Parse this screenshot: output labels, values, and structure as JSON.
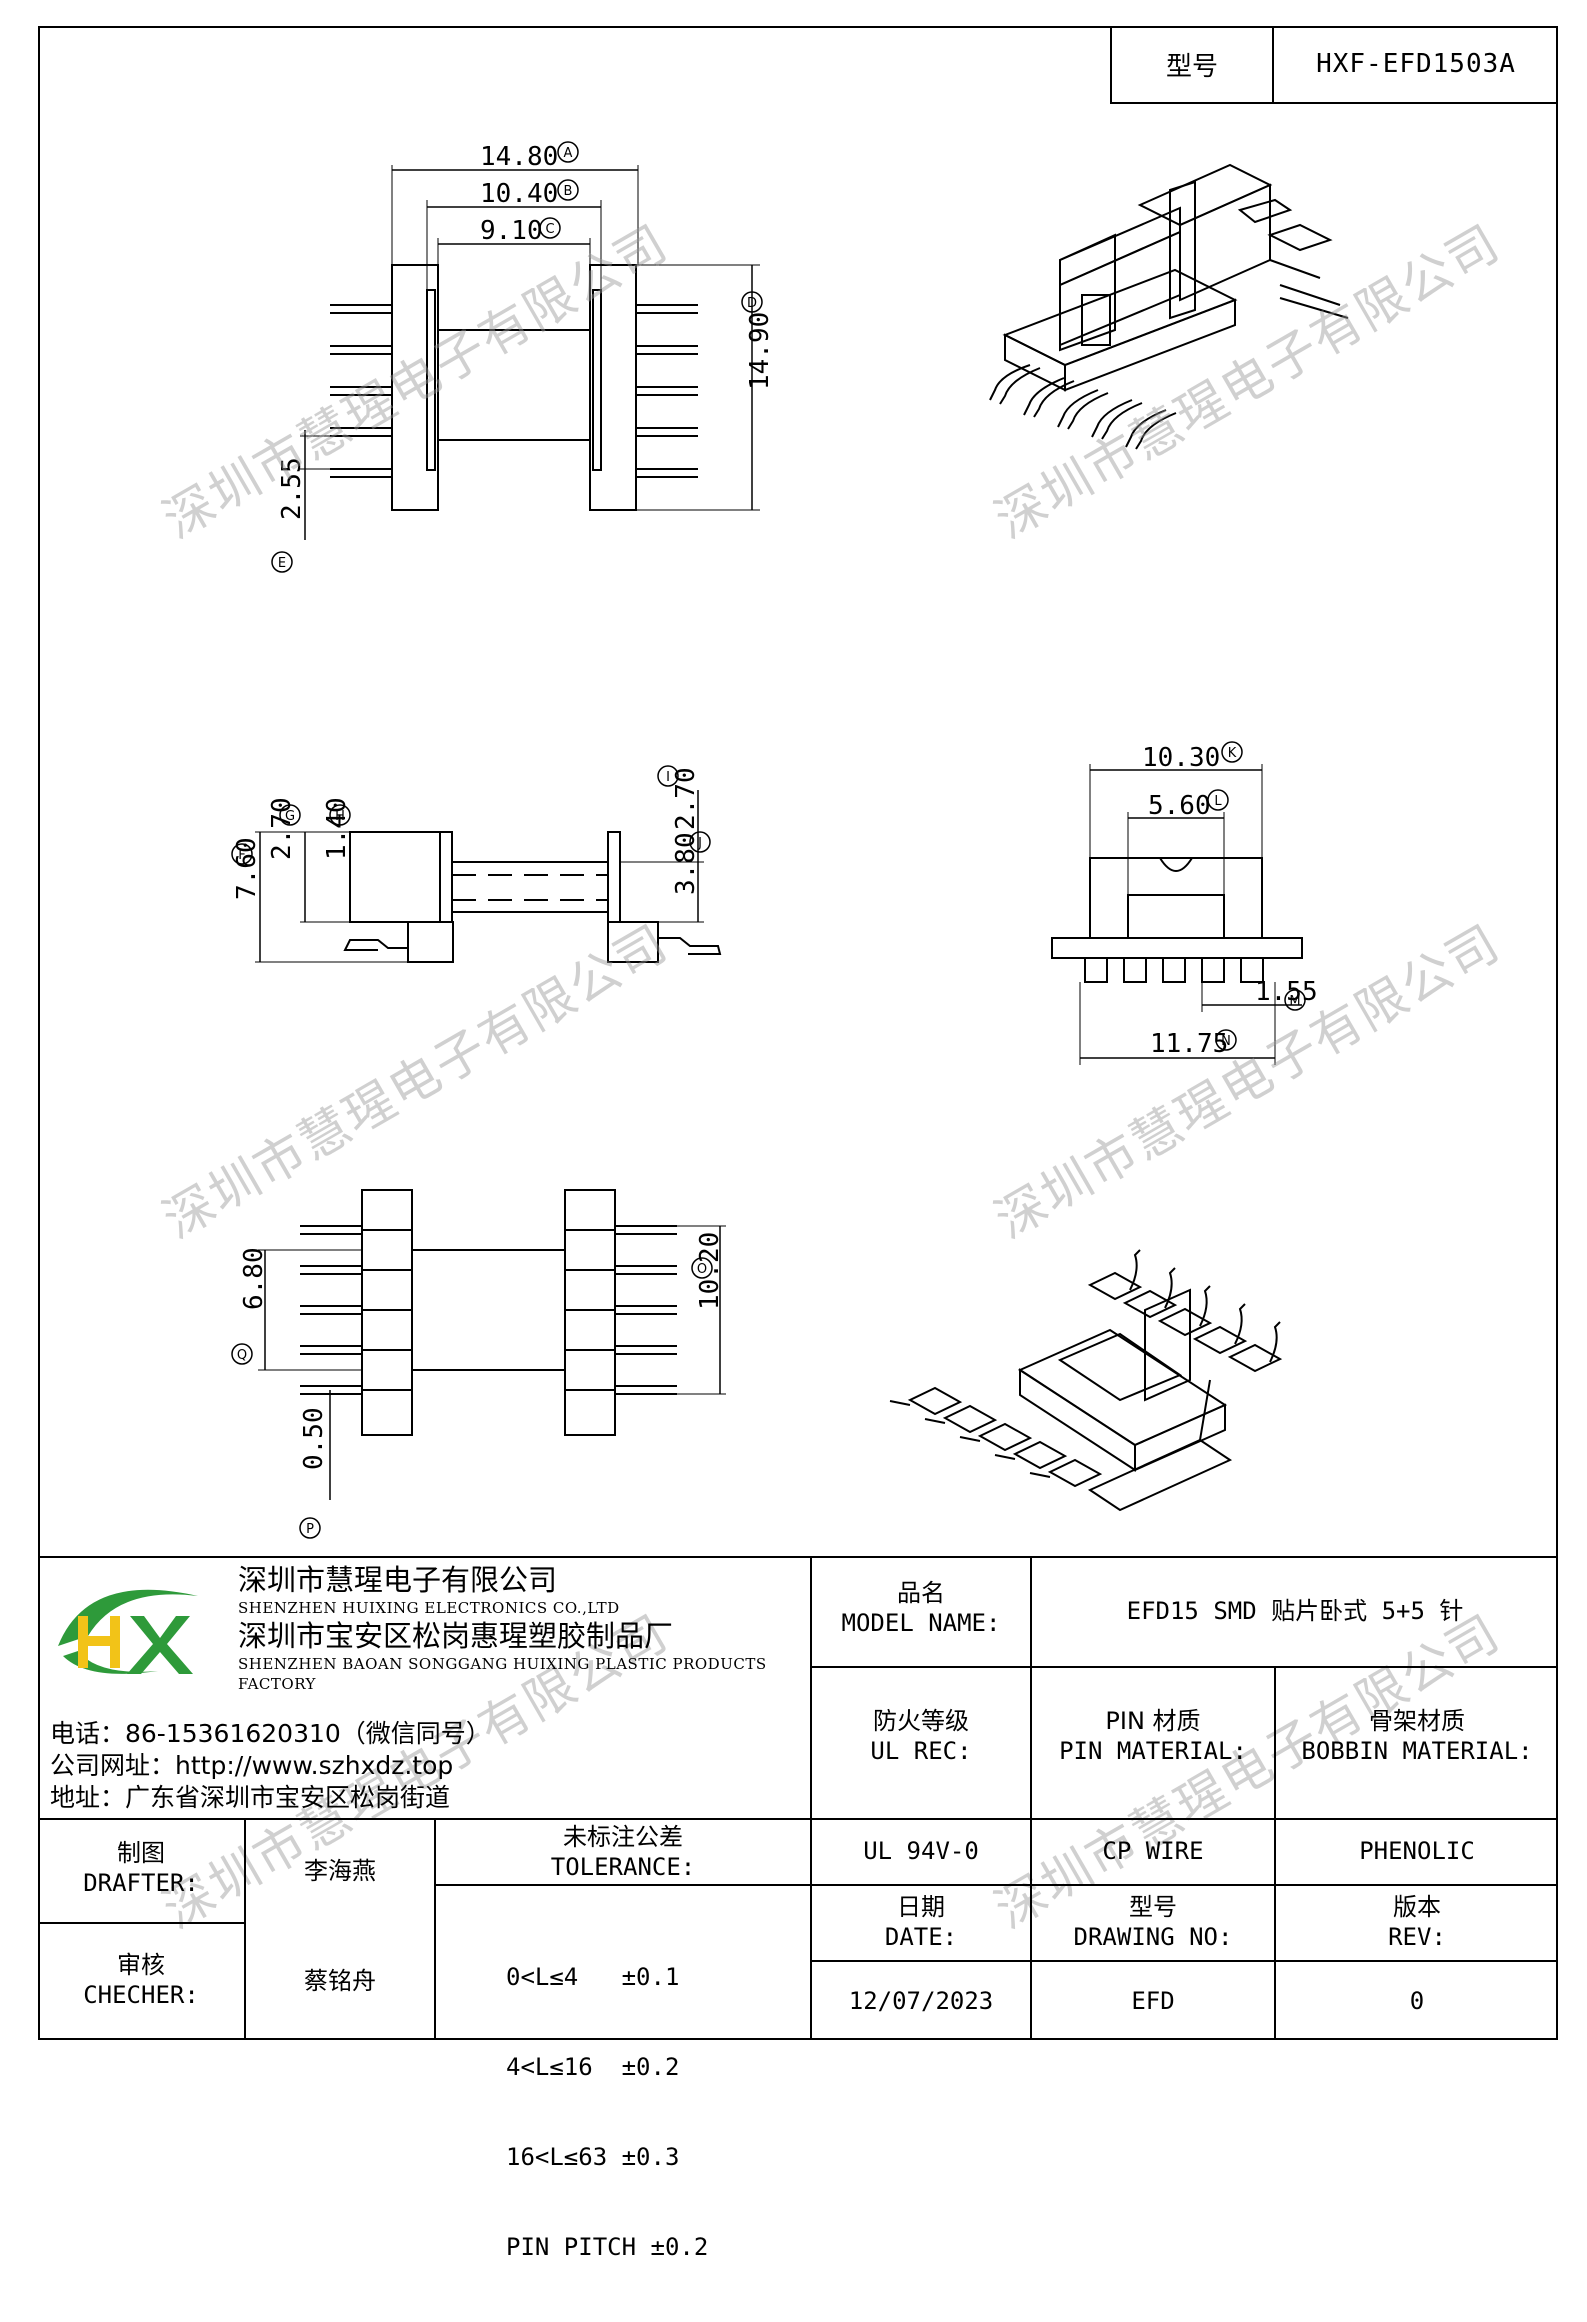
{
  "header": {
    "model_label": "型号",
    "model_value": "HXF-EFD1503A"
  },
  "dims": {
    "A": "14.80",
    "B": "10.40",
    "C": "9.10",
    "D": "14.90",
    "E": "2.55",
    "F": "7.60",
    "G": "2.70",
    "H": "1.40",
    "I": "2.70",
    "J": "3.80",
    "K": "10.30",
    "L": "5.60",
    "M": "1.55",
    "N": "11.75",
    "O": "10.20",
    "P": "0.50",
    "Q": "6.80"
  },
  "dim_letters": [
    "A",
    "B",
    "C",
    "D",
    "E",
    "F",
    "G",
    "H",
    "I",
    "J",
    "K",
    "L",
    "M",
    "N",
    "O",
    "P",
    "Q"
  ],
  "watermark": "深圳市慧瑆电子有限公司",
  "company": {
    "name1": "深圳市慧瑆电子有限公司",
    "name1_en": "SHENZHEN HUIXING ELECTRONICS CO.,LTD",
    "name2": "深圳市宝安区松岗惠瑆塑胶制品厂",
    "name2_en": "SHENZHEN BAOAN SONGGANG HUIXING PLASTIC PRODUCTS FACTORY",
    "phone": "电话：86-15361620310（微信同号）",
    "website": "公司网址：http://www.szhxdz.top",
    "address": "地址：广东省深圳市宝安区松岗街道",
    "logo_text": "HX",
    "logo_colors": {
      "green": "#2e9a3a",
      "yellow": "#f2c318"
    }
  },
  "title_block": {
    "model_name_cn": "品名",
    "model_name_en": "MODEL NAME:",
    "model_name_value": "EFD15 SMD 贴片卧式 5+5 针",
    "ul_cn": "防火等级",
    "ul_en": "UL REC:",
    "pin_cn": "PIN 材质",
    "pin_en": "PIN MATERIAL:",
    "bobbin_cn": "骨架材质",
    "bobbin_en": "BOBBIN MATERIAL:",
    "ul_value": "UL 94V-0",
    "pin_value": "CP WIRE",
    "bobbin_value": "PHENOLIC",
    "drafter_cn": "制图",
    "drafter_en": "DRAFTER:",
    "drafter_value": "李海燕",
    "checker_cn": "审核",
    "checker_en": "CHECHER:",
    "checker_value": "蔡铭舟",
    "tolerance_cn": "未标注公差",
    "tolerance_en": "TOLERANCE:",
    "tolerances": [
      "0<L≤4   ±0.1",
      "4<L≤16  ±0.2",
      "16<L≤63 ±0.3",
      "PIN PITCH ±0.2"
    ],
    "date_cn": "日期",
    "date_en": "DATE:",
    "date_value": "12/07/2023",
    "drawing_no_cn": "型号",
    "drawing_no_en": "DRAWING NO:",
    "drawing_no_value": "EFD",
    "rev_cn": "版本",
    "rev_en": "REV:",
    "rev_value": "0"
  }
}
